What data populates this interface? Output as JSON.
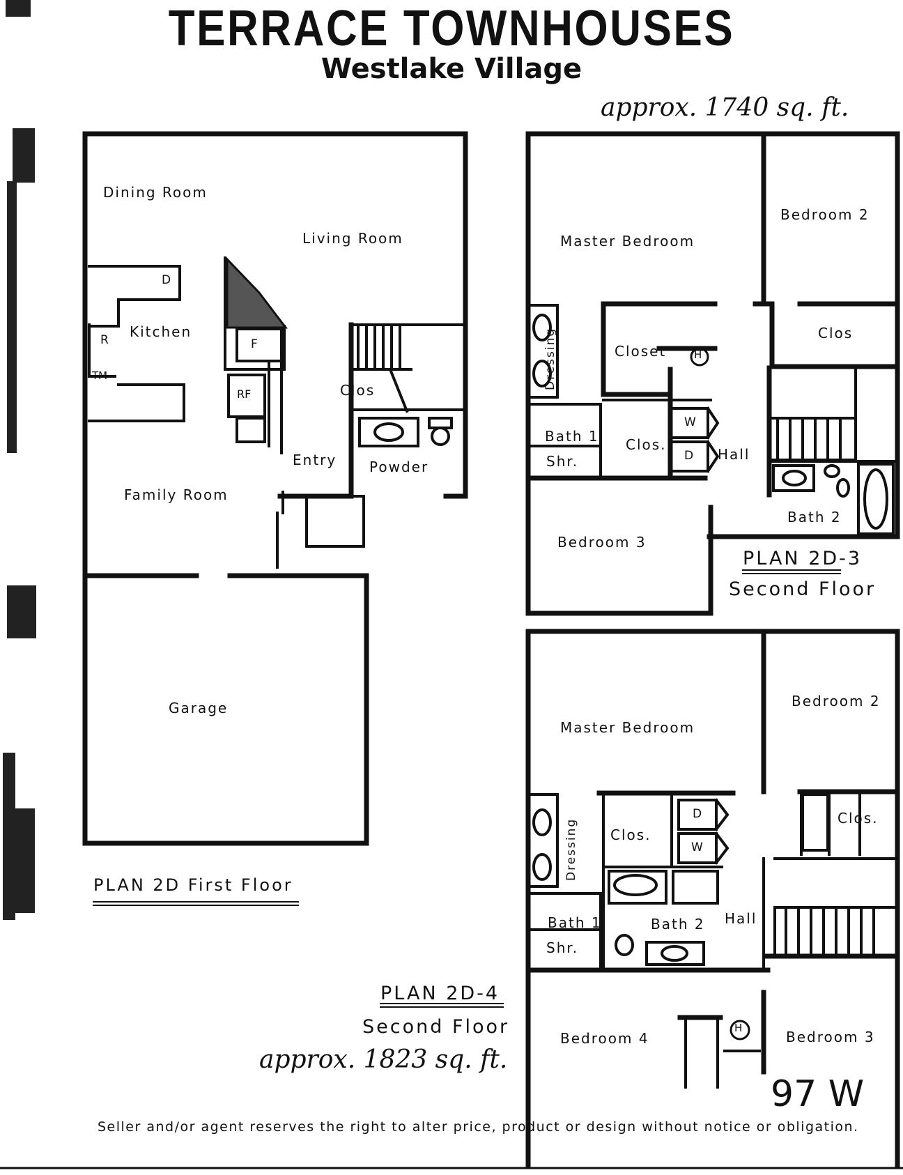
{
  "header": {
    "title": "TERRACE TOWNHOUSES",
    "subtitle": "Westlake Village"
  },
  "notes": {
    "area_2d3": "approx. 1740 sq. ft.",
    "area_2d4": "approx. 1823 sq. ft."
  },
  "first_floor": {
    "plan_label": "PLAN 2D  First Floor",
    "rooms": {
      "dining": "Dining Room",
      "living": "Living Room",
      "kitchen": "Kitchen",
      "family": "Family Room",
      "entry": "Entry",
      "powder": "Powder",
      "clos": "Clos",
      "garage": "Garage"
    },
    "appliances": {
      "dishwasher": "D",
      "refrigerator": "R",
      "trash": "TM",
      "fireplace": "F",
      "rf": "RF"
    }
  },
  "plan_2d3": {
    "plan_label": "PLAN 2D-3",
    "floor_label": "Second Floor",
    "rooms": {
      "master": "Master Bedroom",
      "bedroom2": "Bedroom 2",
      "bedroom3": "Bedroom 3",
      "dressing": "Dressing",
      "closet": "Closet",
      "clos1": "Clos",
      "clos2": "Clos.",
      "bath1": "Bath 1",
      "shower": "Shr.",
      "hall": "Hall",
      "bath2": "Bath 2"
    },
    "appliances": {
      "heater": "H",
      "washer": "W",
      "dryer": "D"
    }
  },
  "plan_2d4": {
    "plan_label": "PLAN 2D-4",
    "floor_label": "Second Floor",
    "rooms": {
      "master": "Master Bedroom",
      "bedroom2": "Bedroom 2",
      "bedroom3": "Bedroom 3",
      "bedroom4": "Bedroom 4",
      "dressing": "Dressing",
      "clos1": "Clos.",
      "clos2": "Clos.",
      "bath1": "Bath 1",
      "shower": "Shr.",
      "bath2": "Bath 2",
      "hall": "Hall"
    },
    "appliances": {
      "heater": "H",
      "washer": "W",
      "dryer": "D"
    }
  },
  "stamp": "97 W",
  "footer": "Seller and/or agent reserves the right to alter price, product or design without notice or obligation."
}
